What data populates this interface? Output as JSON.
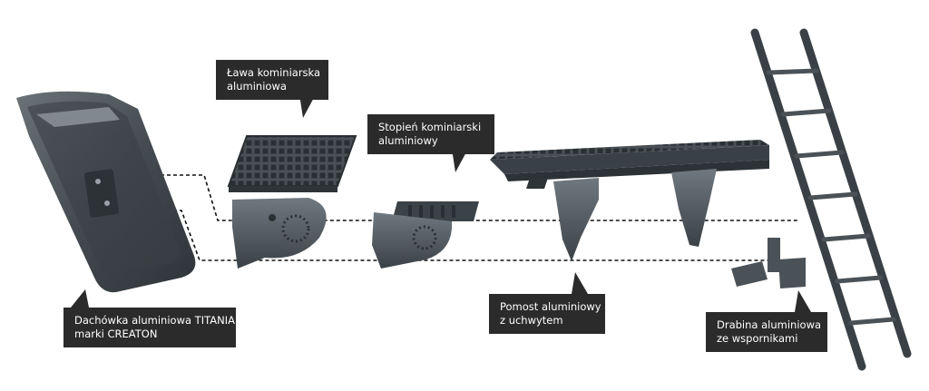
{
  "labels": {
    "roof_tile": {
      "line1": "Dachówka aluminiowa TITANIA",
      "line2": "marki CREATON"
    },
    "chimney_bench": {
      "line1": "Ława kominiarska",
      "line2": "aluminiowa"
    },
    "chimney_step": {
      "line1": "Stopień kominiarski",
      "line2": "aluminiowy"
    },
    "platform": {
      "line1": "Pomost aluminiowy",
      "line2": "z uchwytem"
    },
    "ladder": {
      "line1": "Drabina aluminiowa",
      "line2": "ze wspornikami"
    }
  },
  "colors": {
    "callout_background": "#2b2b2b",
    "callout_text": "#ffffff",
    "product_dark": "#3a4146",
    "product_mid": "#5a6268",
    "product_light": "#8a9196",
    "guide_line": "#111111"
  }
}
